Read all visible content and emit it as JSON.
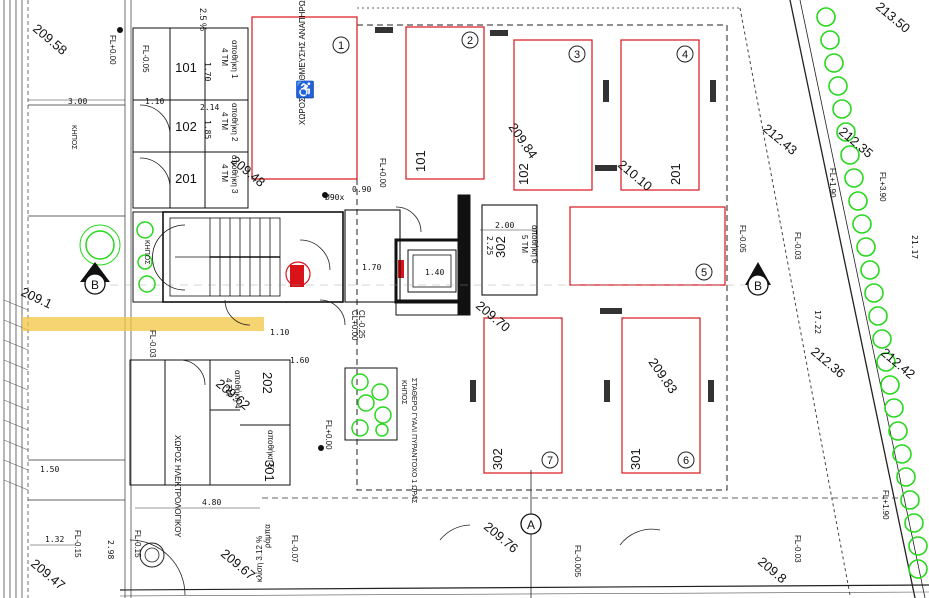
{
  "colors": {
    "ink": "#111111",
    "parking": "#d8141a",
    "trees": "#27d81e",
    "highlight": "#f2c542",
    "grey": "#777777"
  },
  "parking_spaces": [
    {
      "number": "1",
      "unit": ""
    },
    {
      "number": "2",
      "unit": "101"
    },
    {
      "number": "3",
      "unit": "102"
    },
    {
      "number": "4",
      "unit": "201"
    },
    {
      "number": "5",
      "unit": ""
    },
    {
      "number": "6",
      "unit": "301"
    },
    {
      "number": "7",
      "unit": "302"
    }
  ],
  "rooms": {
    "u101": "101",
    "u102": "102",
    "u201": "201",
    "u202": "202",
    "u301": "301",
    "u302": "302"
  },
  "storage": {
    "s1": "αποθήκη 1",
    "s1_area": "4 ΤΜ",
    "s2": "αποθήκη 2",
    "s2_area": "4 ΤΜ",
    "s3": "αποθήκη 3",
    "s3_area": "4 ΤΜ",
    "s4": "αποθήκη 4",
    "s4_area": "4 ΤΜ",
    "s5": "αποθήκη 5",
    "s6": "αποθήκη 6",
    "s6_area": "5 ΤΜ"
  },
  "labels": {
    "disabled_parking": "ΧΩΡΟΣ ΣΤΑΘΜΕΥΣΗΣ ΑΝΑΠΗΡΩΝ",
    "electric_room": "ΧΩΡΟΣ ΗΛΕΚΤΡΟΛΟΓΙΚΟΥ",
    "garden_left": "ΚΗΠΟΣ",
    "garden_mid": "ΚΗΠΟΣ",
    "garden_top": "ΚΗΠΟΣ",
    "paving": "ΣΤΑΘΕΡΟ ΓΥΑΛΙ ΠΥΡΑΝΤΟΧΟ 1 ΩΡΑΣ",
    "section_a": "A",
    "section_b": "B",
    "ramp": "ράμπα",
    "ramp_slope": "κλίση 3.12 %",
    "slope_top": "2.5 %"
  },
  "elevations": [
    "209.58",
    "209.48",
    "209.84",
    "210.10",
    "212.43",
    "212.35",
    "209.70",
    "209.83",
    "212.36",
    "212.42",
    "209.62",
    "209.76",
    "209.67",
    "209.47",
    "209.8",
    "213.50",
    "209.1"
  ],
  "floor_levels": {
    "fl_a": "FL-0.05",
    "fl_b": "FL+0.00",
    "fl_c": "FL-0.05",
    "fl_d": "FL+1.90",
    "fl_e": "FL+3.90",
    "fl_f": "FL+1.90",
    "fl_g": "FL-0.03",
    "fl_h": "CL+0.00",
    "fl_i": "CL-0.25",
    "fl_j": "FL-0.15",
    "fl_k": "FL-0.15",
    "fl_l": "FL-0.07",
    "fl_m": "FL-0.005",
    "fl_n": "FL-0.03",
    "fl_o": "FL+0.00",
    "fl_p": "FL+0.00",
    "fl_q": "FL-0.03"
  },
  "dims": {
    "d300": "3.00",
    "d110": "1.10",
    "d214": "2.14",
    "d170": "1.70",
    "d185": "1.85",
    "d200": "2.00",
    "d225": "2.25",
    "d140": "1.40",
    "d150": "1.50",
    "d480": "4.80",
    "d132": "1.32",
    "d298": "2.98",
    "d2117": "21.17",
    "d1722": "17.22",
    "d090": "0.90",
    "d160": "1.60",
    "d190x": "Ø90x",
    "d110b": "1.10"
  }
}
